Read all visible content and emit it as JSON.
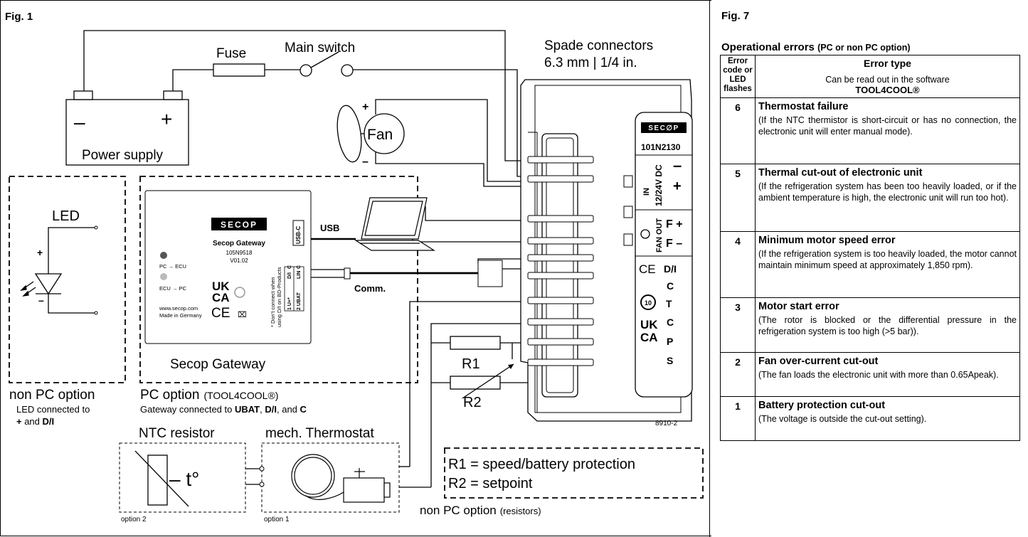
{
  "fig1": {
    "title": "Fig. 1",
    "fuse": "Fuse",
    "main_switch": "Main switch",
    "spade_line1": "Spade connectors",
    "spade_line2": "6.3 mm | 1/4 in.",
    "power_minus": "–",
    "power_plus": "+",
    "power_supply": "Power supply",
    "fan": "Fan",
    "fan_plus": "+",
    "fan_minus": "–",
    "led": "LED",
    "led_plus": "+",
    "led_minus": "–",
    "usb": "USB",
    "comm": "Comm.",
    "gateway_caption": "Secop Gateway",
    "gateway_device": {
      "brand": "SECOP",
      "name": "Secop Gateway",
      "part": "105N9518",
      "version": "V01.02",
      "pc_ecu": "PC → ECU",
      "ecu_pc": "ECU → PC",
      "web": "www.secop.com",
      "made": "Made in Germany",
      "usbc": "USB-C",
      "note1": "* Don't connect when",
      "note2": "using D/I on BD-Products",
      "pin_row1": "1 U+*",
      "pin_row2": "2 UBAT",
      "pin_di": "D/I",
      "pin_c": "C",
      "pin_lin": "LIN",
      "pin_c2": "C"
    },
    "unit": {
      "brand": "SEC∅P",
      "model": "101N2130",
      "in_label": "IN",
      "voltage": "12/24V DC",
      "minus": "–",
      "plus": "+",
      "fan_out": "FAN OUT",
      "f_plus": "F +",
      "f_minus": "F –",
      "di": "D/I",
      "c1": "C",
      "t": "T",
      "c2": "C",
      "p": "P",
      "s": "S",
      "ce": "CE",
      "ukca1": "UK",
      "ukca2": "CA"
    },
    "r1": "R1",
    "r2": "R2",
    "doc_number": "8910-2",
    "non_pc_option": "non PC option",
    "led_connected": "LED connected to",
    "led_conn_bold_plus": "+",
    "led_conn_and": " and ",
    "led_conn_bold_di": "D/I",
    "pc_option": "PC option",
    "pc_option_sub": "(TOOL4COOL®)",
    "gateway_connected": "Gateway connected to ",
    "gw_ubat": "UBAT",
    "gw_comma": ", ",
    "gw_di": "D/I",
    "gw_and": ", and ",
    "gw_c": "C",
    "ntc_resistor": "NTC resistor",
    "mech_thermostat": "mech. Thermostat",
    "t_deg": "– t°",
    "option2": "option 2",
    "option1": "option 1",
    "r1_legend": "R1 = speed/battery protection",
    "r2_legend": "R2 = setpoint",
    "non_pc_resistors": "non PC option",
    "non_pc_resistors_sub": "(resistors)"
  },
  "fig7": {
    "title": "Fig. 7",
    "heading": "Operational errors",
    "heading_sub": "(PC or non PC option)",
    "col_code": "Error code or LED flashes",
    "col_type": "Error type",
    "col_type_note": "Can be read out in the software",
    "col_type_software": "TOOL4COOL®",
    "rows": [
      {
        "code": "6",
        "title": "Thermostat failure",
        "desc": "(If the NTC thermistor is short-circuit or has no connection, the electronic unit will enter manual mode)."
      },
      {
        "code": "5",
        "title": "Thermal cut-out of electronic unit",
        "desc": "(If the refrigeration system has been too heavily loaded, or if the ambient temperature is high, the electronic unit will run too hot)."
      },
      {
        "code": "4",
        "title": "Minimum motor speed error",
        "desc": "(If the refrigeration system is too heavily loaded, the motor cannot maintain minimum speed at approximately 1,850 rpm)."
      },
      {
        "code": "3",
        "title": "Motor start error",
        "desc": "(The rotor is blocked or the differential pressure in the refrigeration system is too high (>5 bar))."
      },
      {
        "code": "2",
        "title": "Fan over-current cut-out",
        "desc": "(The fan loads the electronic unit with more than 0.65Apeak)."
      },
      {
        "code": "1",
        "title": "Battery protection cut-out",
        "desc": "(The voltage is outside the cut-out setting)."
      }
    ]
  }
}
